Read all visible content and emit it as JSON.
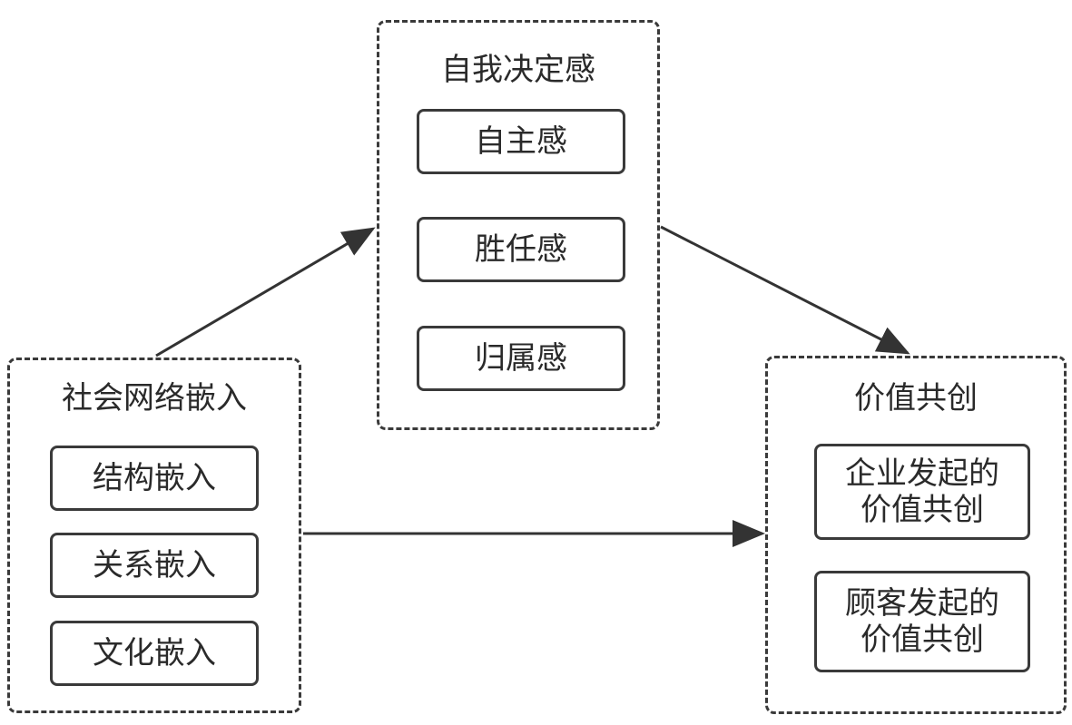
{
  "groups": {
    "social_network_embedding": {
      "title": "社会网络嵌入",
      "items": [
        "结构嵌入",
        "关系嵌入",
        "文化嵌入"
      ]
    },
    "self_determination": {
      "title": "自我决定感",
      "items": [
        "自主感",
        "胜任感",
        "归属感"
      ]
    },
    "value_cocreation": {
      "title": "价值共创",
      "items": [
        {
          "line1": "企业发起的",
          "line2": "价值共创"
        },
        {
          "line1": "顾客发起的",
          "line2": "价值共创"
        }
      ]
    }
  },
  "edges": [
    {
      "from": "社会网络嵌入",
      "to": "自我决定感"
    },
    {
      "from": "自我决定感",
      "to": "价值共创"
    },
    {
      "from": "社会网络嵌入",
      "to": "价值共创"
    }
  ],
  "colors": {
    "stroke": "#3a3a3a",
    "text": "#2a2a2a",
    "background": "#ffffff"
  }
}
